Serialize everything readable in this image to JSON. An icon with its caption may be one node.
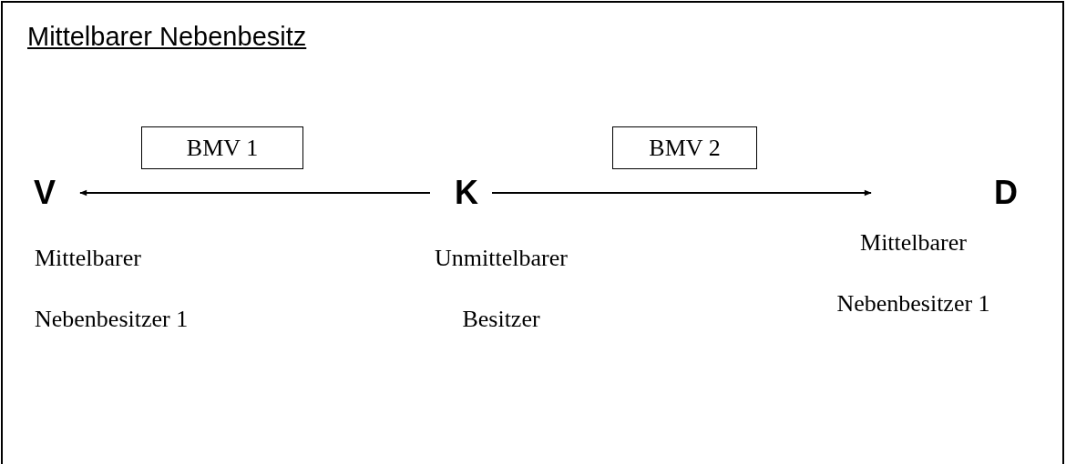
{
  "diagram": {
    "title": "Mittelbarer Nebenbesitz",
    "nodes": [
      {
        "text": [
          "BMV 1"
        ]
      },
      {
        "text": [
          "BMV 2"
        ]
      },
      {
        "text": [
          "V"
        ],
        "beside": [
          "Mittelbarer Nebenbesitzer 1"
        ]
      },
      {
        "text": [
          "K"
        ],
        "beside": [
          "Unmittelbarer Besitzer"
        ]
      },
      {
        "text": [
          "D"
        ],
        "beside": [
          "Mittelbarer Nebenbesitzer 1"
        ]
      }
    ],
    "edges": [
      {
        "from": 3,
        "to": 2,
        "arrow": "to"
      },
      {
        "from": 3,
        "to": 4,
        "arrow": "to"
      }
    ]
  }
}
